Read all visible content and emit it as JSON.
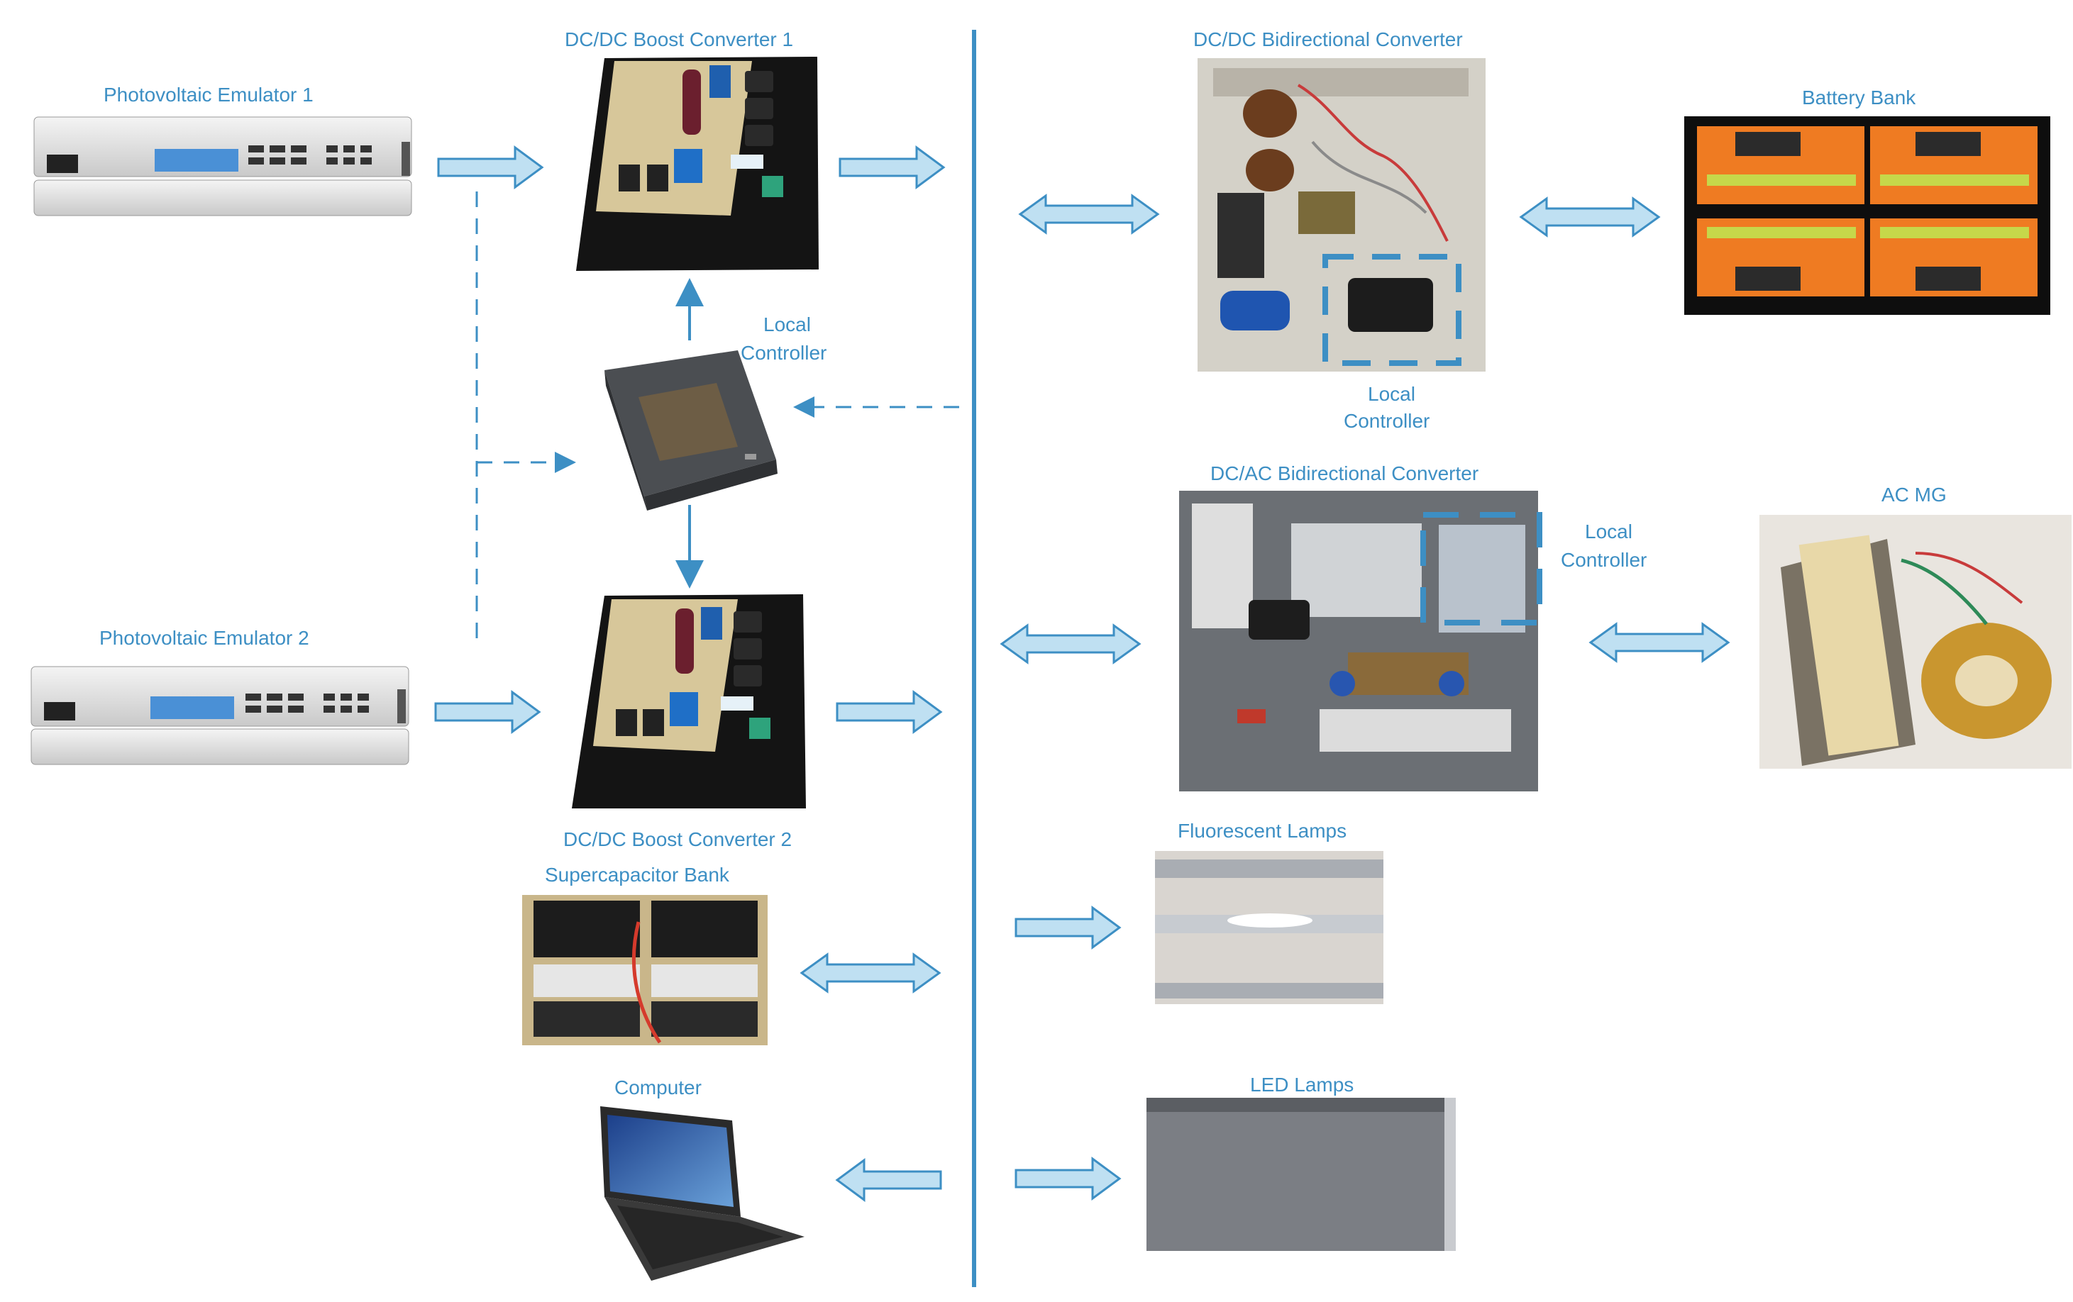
{
  "diagram": {
    "labels": {
      "pv1": "Photovoltaic Emulator 1",
      "pv2": "Photovoltaic Emulator 2",
      "boost1": "DC/DC Boost Converter 1",
      "boost2": "DC/DC Boost Converter 2",
      "local_controller_line1": "Local",
      "local_controller_line2": "Controller",
      "dcdc_bidir": "DC/DC Bidirectional Converter",
      "battery": "Battery Bank",
      "dcac_bidir": "DC/AC Bidirectional Converter",
      "acmg": "AC MG",
      "fluorescent": "Fluorescent Lamps",
      "supercap": "Supercapacitor Bank",
      "led": "LED Lamps",
      "computer": "Computer"
    },
    "colors": {
      "accent": "#3d8fc4",
      "arrow_fill": "#bfe0f2",
      "arrow_stroke": "#3d8fc4"
    }
  }
}
